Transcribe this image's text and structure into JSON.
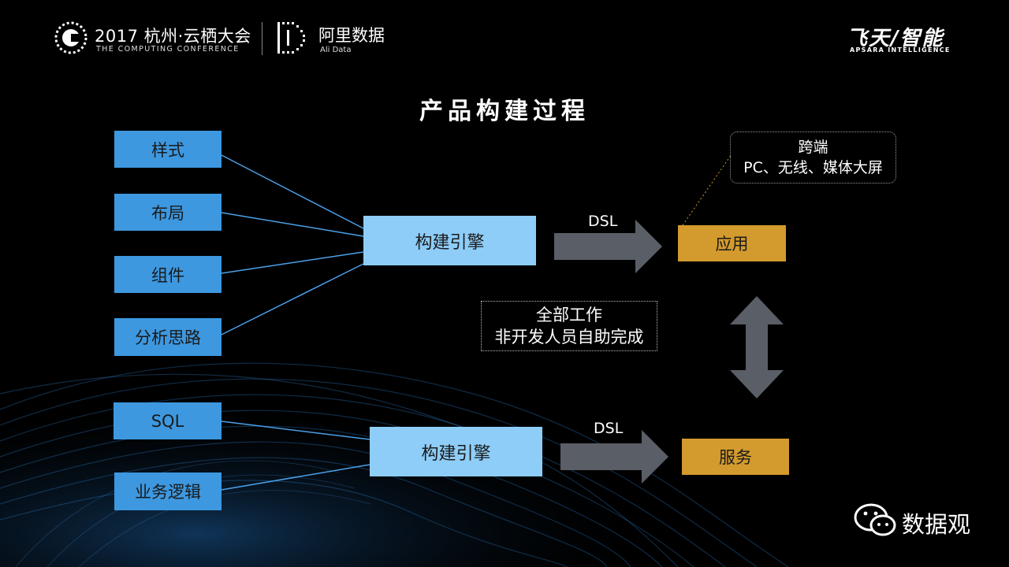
{
  "header": {
    "conference_title": "2017 杭州·云栖大会",
    "conference_subtitle": "THE COMPUTING CONFERENCE",
    "ali_data_title": "阿里数据",
    "ali_data_subtitle": "Ali Data",
    "brand_title": "飞天/智能",
    "brand_subtitle": "APSARA INTELLIGENCE"
  },
  "slide_title": "产品构建过程",
  "top_flow": {
    "inputs": [
      "样式",
      "布局",
      "组件",
      "分析思路"
    ],
    "engine": "构建引擎",
    "dsl_label": "DSL",
    "output": "应用",
    "callout_title": "跨端",
    "callout_text": "PC、无线、媒体大屏"
  },
  "bottom_flow": {
    "inputs": [
      "SQL",
      "业务逻辑"
    ],
    "engine": "构建引擎",
    "dsl_label": "DSL",
    "output": "服务"
  },
  "center_note": {
    "line1": "全部工作",
    "line2": "非开发人员自助完成"
  },
  "watermark": "数据观",
  "colors": {
    "input_box": "#3d98e0",
    "engine_box": "#8ecdf8",
    "output_box": "#d39a2d",
    "arrow": "#5a5e66",
    "background": "#000000"
  }
}
